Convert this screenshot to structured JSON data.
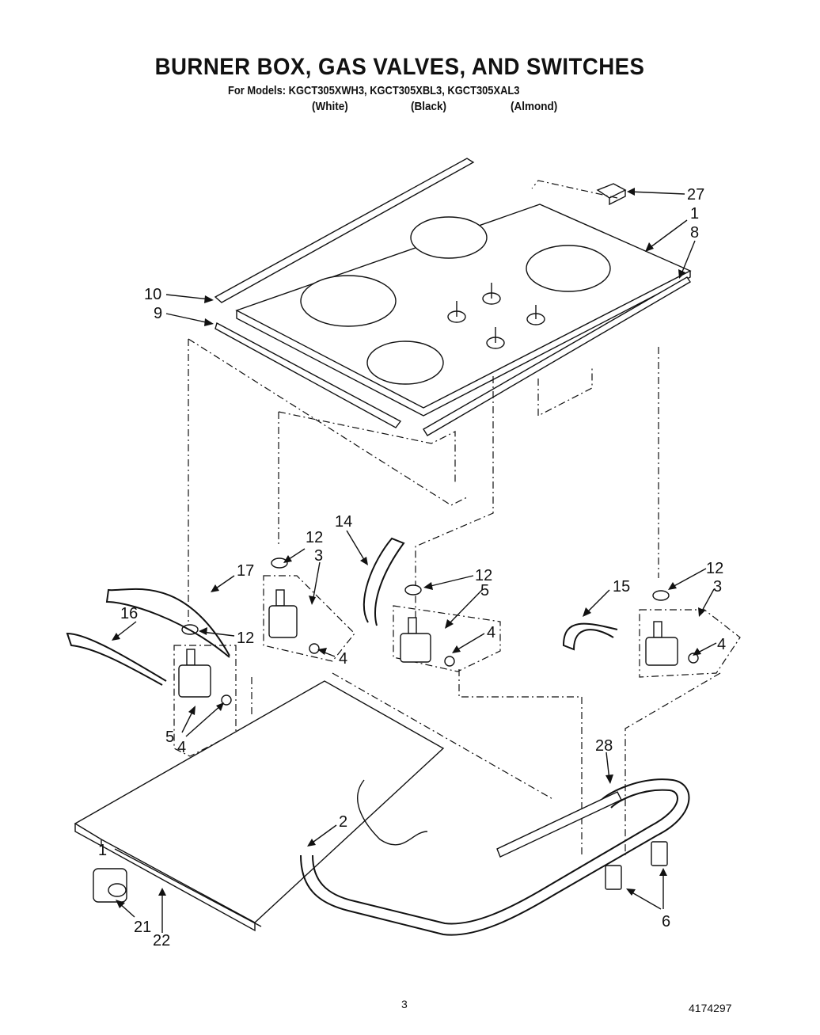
{
  "header": {
    "title": "BURNER BOX, GAS VALVES, AND SWITCHES",
    "models": "For Models: KGCT305XWH3, KGCT305XBL3, KGCT305XAL3",
    "finishes": [
      "(White)",
      "(Black)",
      "(Almond)"
    ]
  },
  "callouts": {
    "c27": "27",
    "c1a": "1",
    "c8": "8",
    "c10": "10",
    "c9": "9",
    "c14": "14",
    "c12a": "12",
    "c3a": "3",
    "c17": "17",
    "c12b": "12",
    "c5a": "5",
    "c4a": "4",
    "c15": "15",
    "c12c": "12",
    "c3b": "3",
    "c4b": "4",
    "c16": "16",
    "c12d": "12",
    "c4c": "4",
    "c5b": "5",
    "c4d": "4",
    "c28": "28",
    "c2": "2",
    "c1b": "1",
    "c21": "21",
    "c22": "22",
    "c6": "6"
  },
  "footer": {
    "page_number": "3",
    "document_number": "4174297"
  }
}
